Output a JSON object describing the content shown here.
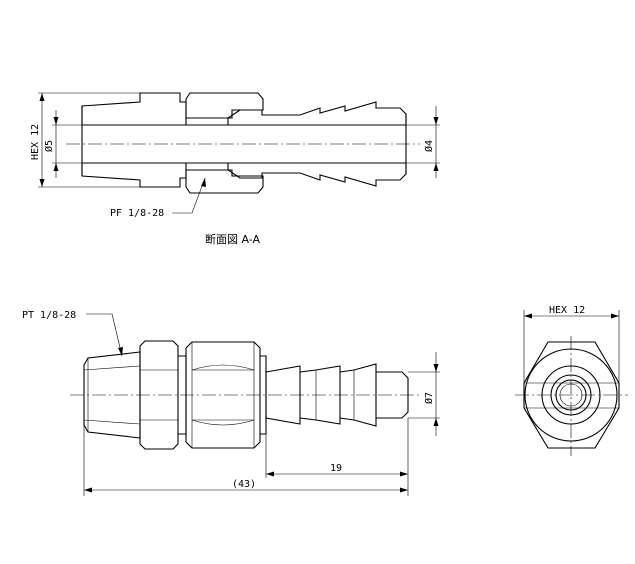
{
  "section_view": {
    "hex_label": "HEX 12",
    "bore_label": "Ø5",
    "barb_label": "Ø4",
    "thread_label": "PF 1/8-28",
    "title": "断面図 A-A"
  },
  "side_view": {
    "thread_label": "PT 1/8-28",
    "barb_label": "Ø7",
    "barb_length": "19",
    "overall_length": "(43)"
  },
  "end_view": {
    "hex_label": "HEX 12"
  }
}
